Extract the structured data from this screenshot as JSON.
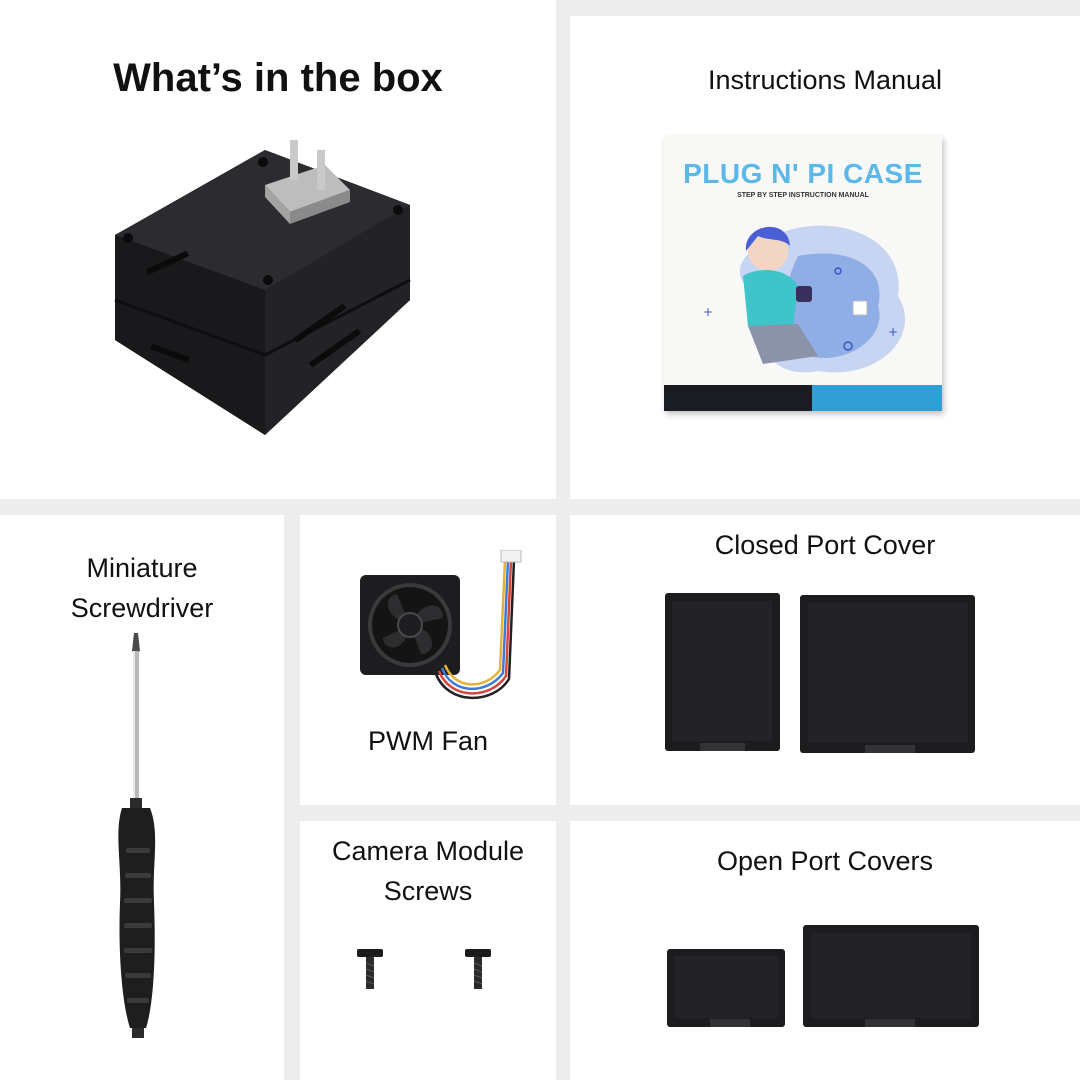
{
  "header": {
    "title": "What’s in the box"
  },
  "items": {
    "manual": {
      "label": "Instructions Manual",
      "cover_title": "PLUG N' PI CASE",
      "cover_subtitle": "STEP BY STEP INSTRUCTION MANUAL"
    },
    "screwdriver": {
      "label_line1": "Miniature",
      "label_line2": "Screwdriver"
    },
    "fan": {
      "label": "PWM Fan"
    },
    "closed_cover": {
      "label": "Closed Port Cover"
    },
    "camera_screws": {
      "label_line1": "Camera Module",
      "label_line2": "Screws"
    },
    "open_covers": {
      "label": "Open Port Covers"
    }
  },
  "colors": {
    "panel_bg": "#ffffff",
    "gap_bg": "#ededed",
    "part_black": "#1c1c1e",
    "manual_title": "#5bb8e8",
    "manual_bottom_bar": "#2f9fd6"
  }
}
